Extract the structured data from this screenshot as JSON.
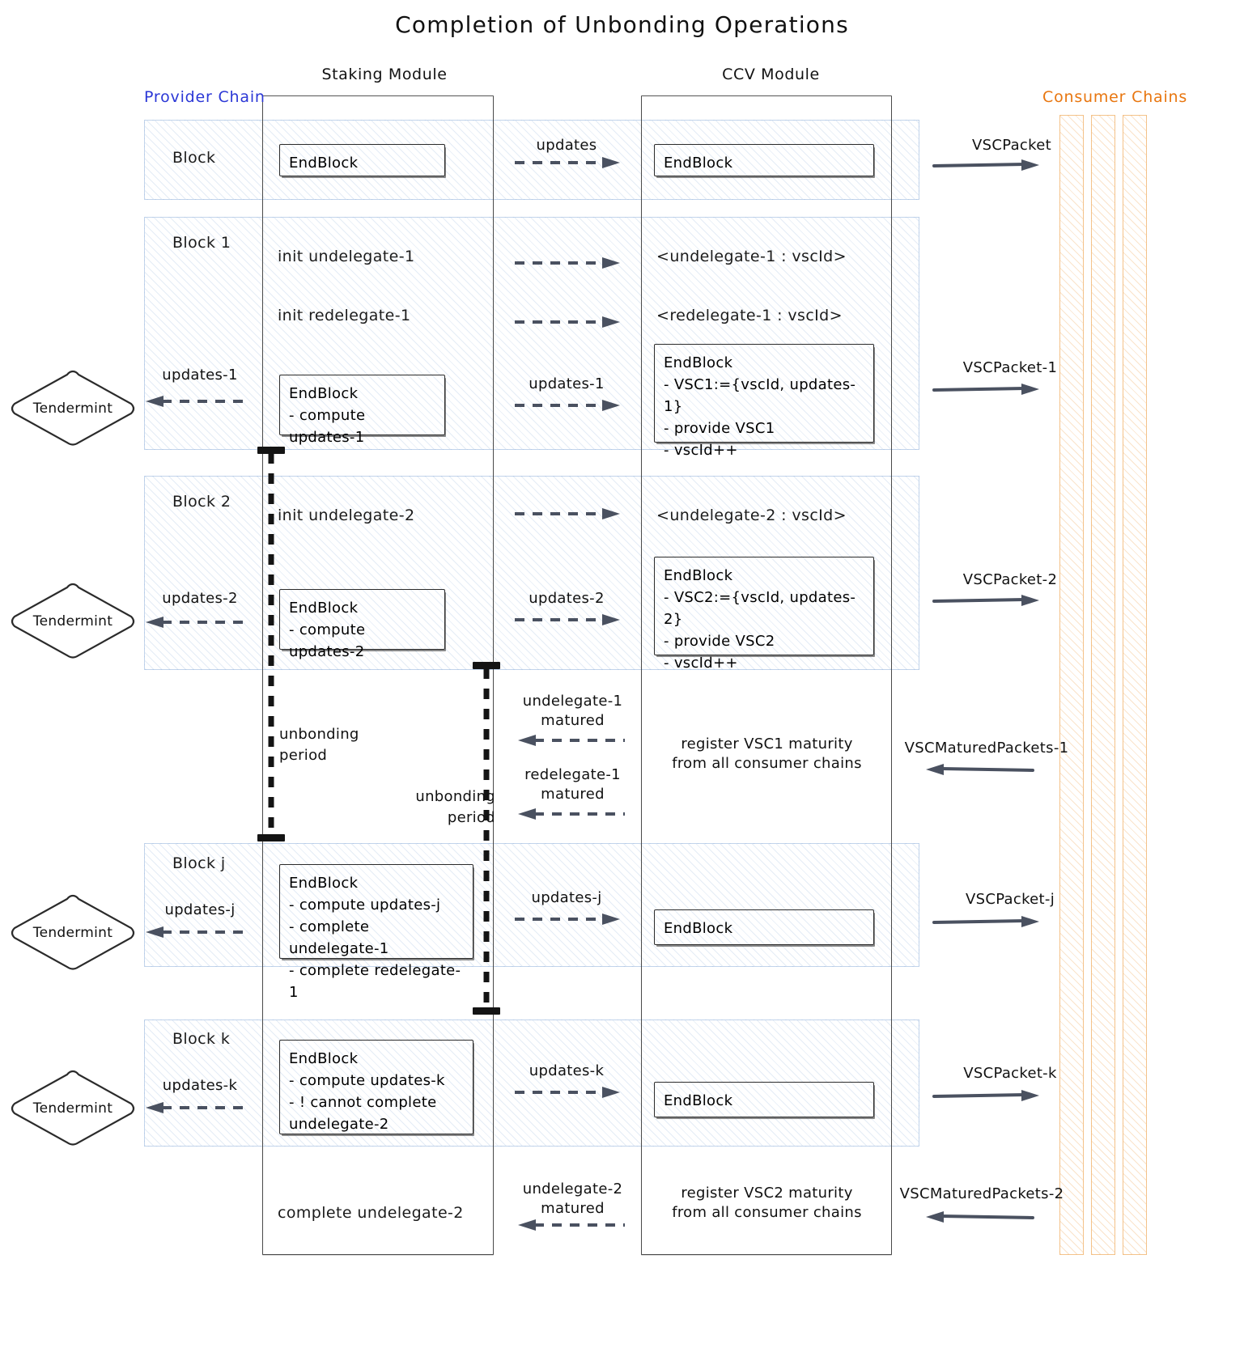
{
  "title": "Completion of Unbonding Operations",
  "lanes": {
    "provider_chain": "Provider Chain",
    "consumer_chains": "Consumer Chains",
    "staking_module": "Staking Module",
    "ccv_module": "CCV Module"
  },
  "actor": {
    "tendermint": "Tendermint"
  },
  "blocks": [
    {
      "name": "Block",
      "staking_note": [
        "EndBlock"
      ],
      "mid_label": "updates",
      "ccv_note": [
        "EndBlock"
      ],
      "packet_label": "VSCPacket"
    },
    {
      "name": "Block 1",
      "rows": [
        {
          "staking_text": "init undelegate-1",
          "ccv_text": "<undelegate-1 : vscId>"
        },
        {
          "staking_text": "init redelegate-1",
          "ccv_text": "<redelegate-1 : vscId>"
        }
      ],
      "updates_left": "updates-1",
      "staking_note": [
        "EndBlock",
        "- compute updates-1"
      ],
      "mid_label": "updates-1",
      "ccv_note": [
        "EndBlock",
        "- VSC1:={vscId, updates-1}",
        "- provide VSC1",
        "- vscId++"
      ],
      "packet_label": "VSCPacket-1"
    },
    {
      "name": "Block 2",
      "rows": [
        {
          "staking_text": "init undelegate-2",
          "ccv_text": "<undelegate-2 : vscId>"
        }
      ],
      "updates_left": "updates-2",
      "staking_note": [
        "EndBlock",
        "- compute updates-2"
      ],
      "mid_label": "updates-2",
      "ccv_note": [
        "EndBlock",
        "- VSC2:={vscId, updates-2}",
        "- provide VSC2",
        "- vscId++"
      ],
      "packet_label": "VSCPacket-2"
    },
    {
      "name": "Block j",
      "updates_left": "updates-j",
      "staking_note": [
        "EndBlock",
        "- compute updates-j",
        "- complete undelegate-1",
        "- complete redelegate-1"
      ],
      "mid_label": "updates-j",
      "ccv_note": [
        "EndBlock"
      ],
      "packet_label": "VSCPacket-j"
    },
    {
      "name": "Block k",
      "updates_left": "updates-k",
      "staking_note": [
        "EndBlock",
        "- compute updates-k",
        "- ! cannot complete",
        "undelegate-2"
      ],
      "mid_label": "updates-k",
      "ccv_note": [
        "EndBlock"
      ],
      "packet_label": "VSCPacket-k"
    }
  ],
  "unbonding": {
    "period_label_1": "unbonding\nperiod",
    "period_label_2": "unbonding\nperiod"
  },
  "maturity_1": {
    "arrow_label": "undelegate-1\nmatured",
    "arrow_label_2": "redelegate-1\nmatured",
    "register_text": "register VSC1 maturity\nfrom all consumer chains",
    "packet_label": "VSCMaturedPackets-1"
  },
  "maturity_2": {
    "arrow_label": "undelegate-2\nmatured",
    "register_text": "register VSC2 maturity\nfrom all consumer chains",
    "packet_label": "VSCMaturedPackets-2",
    "staking_text": "complete undelegate-2"
  },
  "colors": {
    "provider": "#2b37d6",
    "consumer": "#e8760f",
    "band": "#78a0d2",
    "ink": "#2b2b2b",
    "arrow": "#4a5160"
  }
}
